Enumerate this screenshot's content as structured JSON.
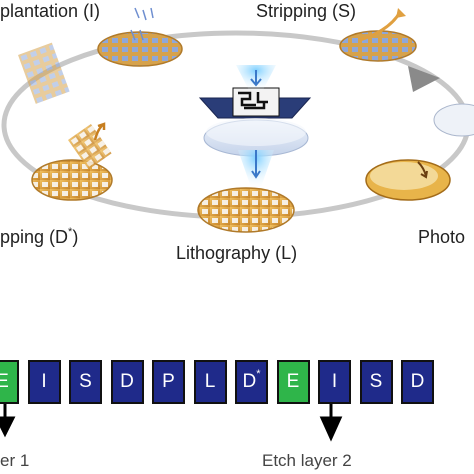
{
  "labels": {
    "implantation": "plantation (I)",
    "stripping": "Stripping (S)",
    "lithography": "Lithography (L)",
    "photo": "Photo",
    "developing": "pping (D",
    "developing_sup": "*",
    "developing_close": ")"
  },
  "sequence": [
    {
      "letter": "E",
      "color": "green"
    },
    {
      "letter": "I",
      "color": "blue"
    },
    {
      "letter": "S",
      "color": "blue"
    },
    {
      "letter": "D",
      "color": "blue"
    },
    {
      "letter": "P",
      "color": "blue"
    },
    {
      "letter": "L",
      "color": "blue"
    },
    {
      "letter": "D",
      "sup": "*",
      "color": "blue"
    },
    {
      "letter": "E",
      "color": "green"
    },
    {
      "letter": "I",
      "color": "blue"
    },
    {
      "letter": "S",
      "color": "blue"
    },
    {
      "letter": "D",
      "color": "blue"
    }
  ],
  "etch_labels": {
    "layer1": "er 1",
    "layer2": "Etch layer 2"
  },
  "colors": {
    "blue_box": "#1f2a8a",
    "green_box": "#2fb54a",
    "wafer": "#d89a3c"
  }
}
